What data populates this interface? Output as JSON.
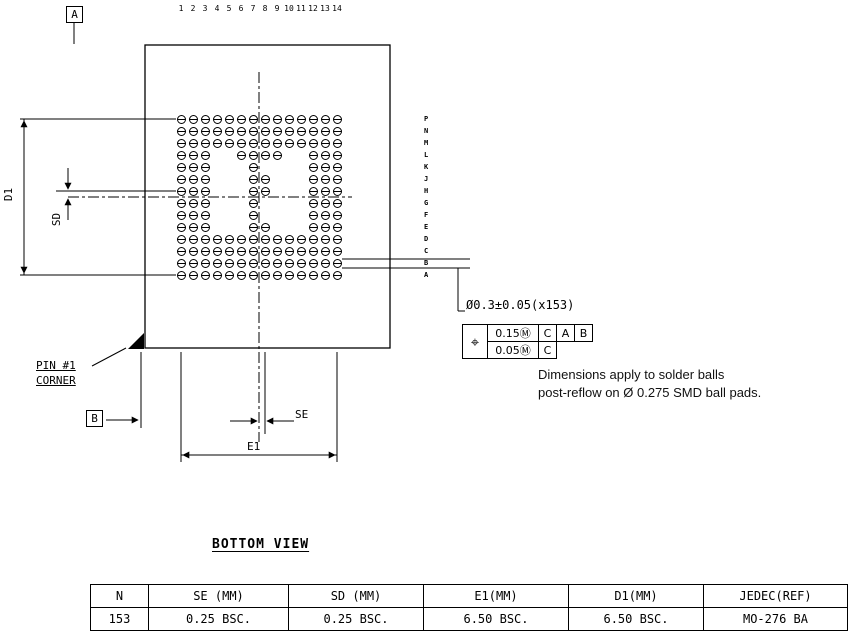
{
  "drawing": {
    "datum_a": "A",
    "datum_b": "B",
    "pin1_line1": "PIN #1",
    "pin1_line2": "CORNER",
    "dim_d1": "D1",
    "dim_sd": "SD",
    "dim_se": "SE",
    "dim_e1": "E1",
    "column_labels": [
      "1",
      "2",
      "3",
      "4",
      "5",
      "6",
      "7",
      "8",
      "9",
      "10",
      "11",
      "12",
      "13",
      "14"
    ],
    "row_labels": [
      "P",
      "N",
      "M",
      "L",
      "K",
      "J",
      "H",
      "G",
      "F",
      "E",
      "D",
      "C",
      "B",
      "A"
    ],
    "ball_pattern": [
      "11111111111111",
      "11111111111111",
      "11111111111111",
      "11100111100111",
      "11100010000111",
      "11100011000111",
      "11100011000111",
      "11100010000111",
      "11100010000111",
      "11100011000111",
      "11111111111111",
      "11111111111111",
      "11111111111111",
      "11111111111111"
    ],
    "ball_count": "153"
  },
  "callout": {
    "diameter_spec": "Ø0.3±0.05(x153)",
    "fcf": {
      "symbol": "⌖",
      "row1": [
        "0.15Ⓜ",
        "C",
        "A",
        "B"
      ],
      "row2": [
        "0.05Ⓜ",
        "C"
      ]
    },
    "note_lines": [
      "Dimensions apply to solder balls",
      "post-reflow on Ø 0.275 SMD ball pads."
    ]
  },
  "view_label": "BOTTOM VIEW",
  "table": {
    "headers": [
      "N",
      "SE (MM)",
      "SD (MM)",
      "E1(MM)",
      "D1(MM)",
      "JEDEC(REF)"
    ],
    "rows": [
      [
        "153",
        "0.25 BSC.",
        "0.25 BSC.",
        "6.50 BSC.",
        "6.50 BSC.",
        "MO-276 BA"
      ]
    ]
  },
  "colors": {
    "line": "#000000",
    "background": "#ffffff"
  }
}
